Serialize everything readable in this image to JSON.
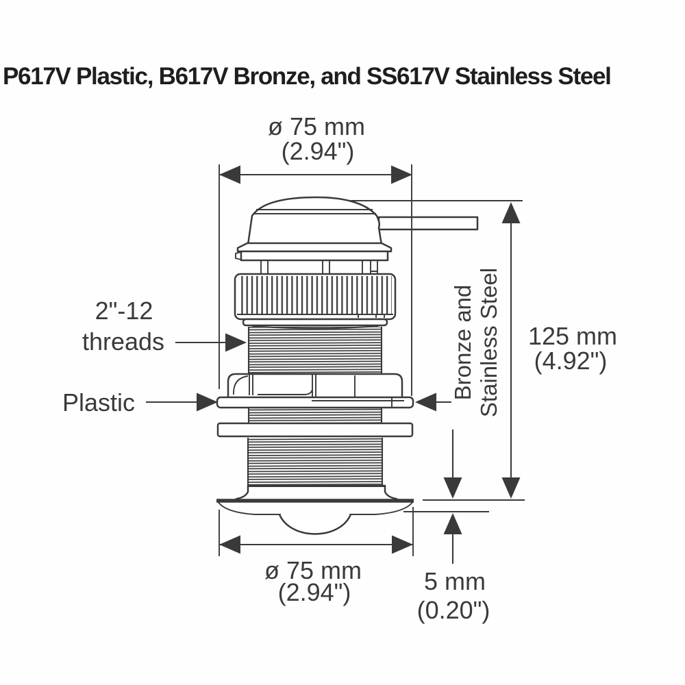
{
  "title": "P617V Plastic, B617V Bronze, and SS617V Stainless Steel",
  "colors": {
    "line": "#3a3a3c",
    "text": "#3a3a3c",
    "title": "#1f1d20",
    "background": "#ffffff"
  },
  "dimensions": {
    "top_diameter": {
      "mm": "ø 75 mm",
      "inches": "(2.94\")"
    },
    "overall_height": {
      "mm": "125 mm",
      "inches": "(4.92\")"
    },
    "bottom_diameter": {
      "mm": "ø 75 mm",
      "inches": "(2.94\")"
    },
    "flange_thickness": {
      "mm": "5 mm",
      "inches": "(0.20\")"
    }
  },
  "callouts": {
    "threads": {
      "line1": "2\"-12",
      "line2": "threads"
    },
    "plastic": "Plastic",
    "material": {
      "line1": "Bronze and",
      "line2": "Stainless Steel"
    }
  }
}
